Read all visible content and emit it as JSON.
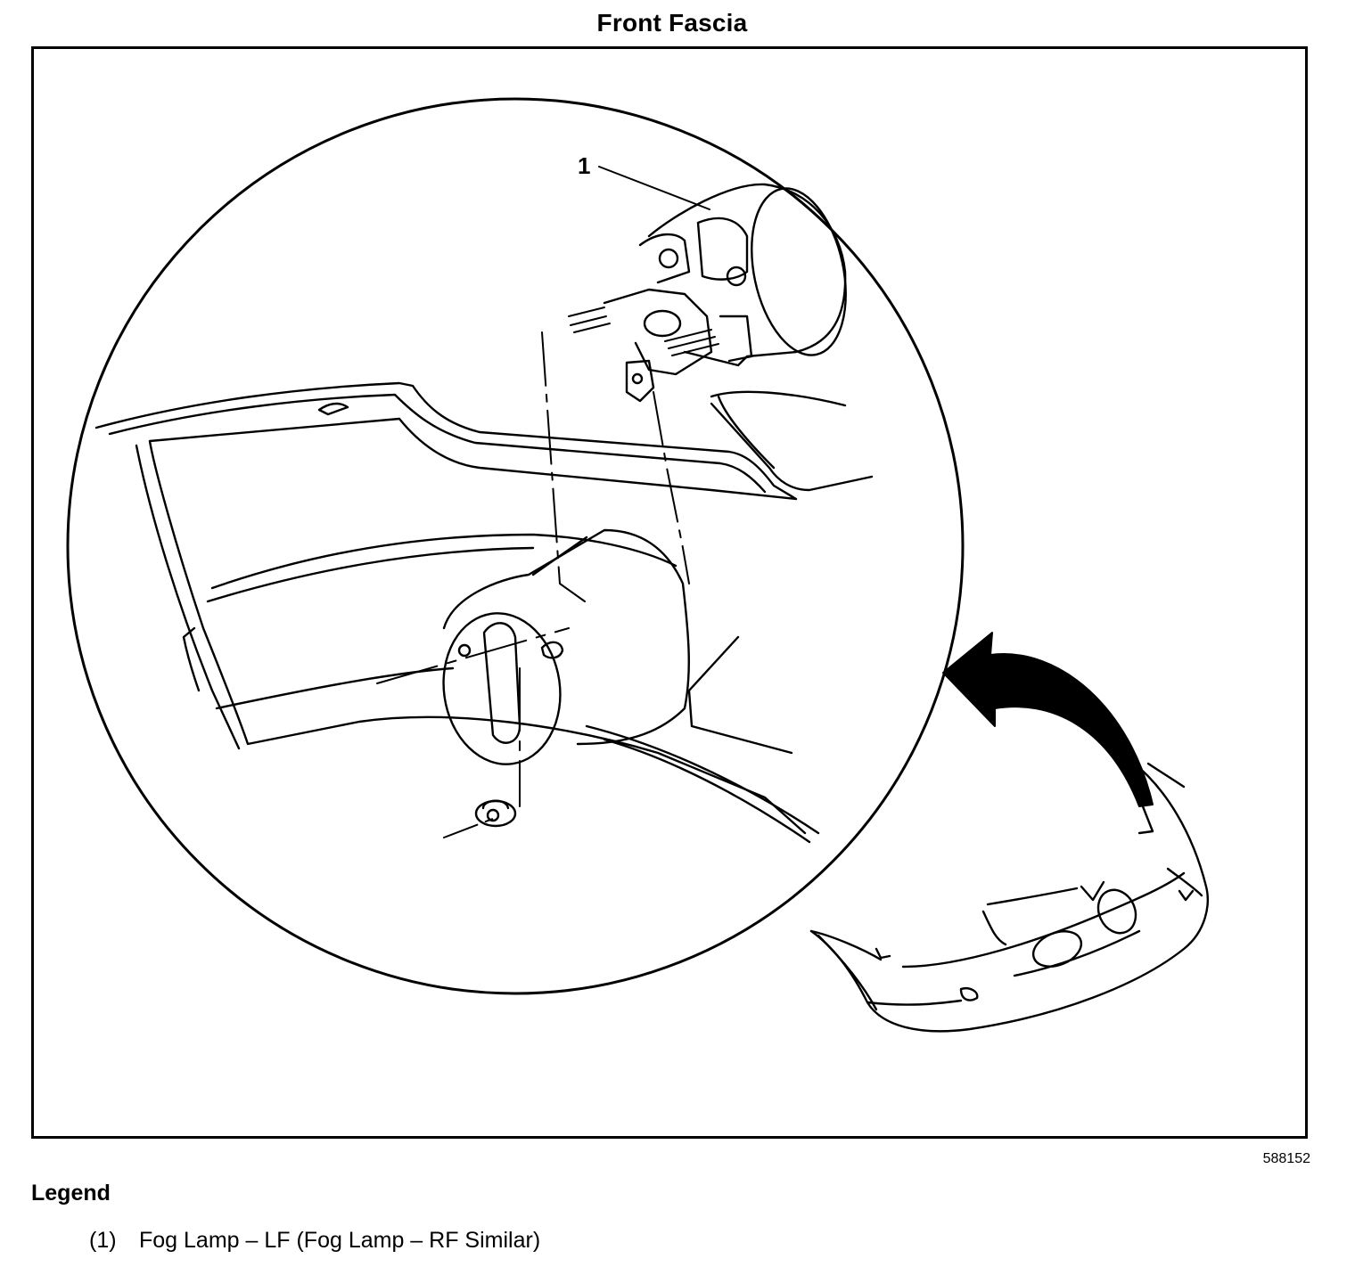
{
  "title": "Front Fascia",
  "figure_number": "588152",
  "callouts": [
    {
      "number": "1",
      "target": "fog lamp"
    }
  ],
  "legend": {
    "heading": "Legend",
    "items": [
      {
        "number": "(1)",
        "label": "Fog Lamp – LF (Fog Lamp – RF Similar)"
      }
    ]
  }
}
